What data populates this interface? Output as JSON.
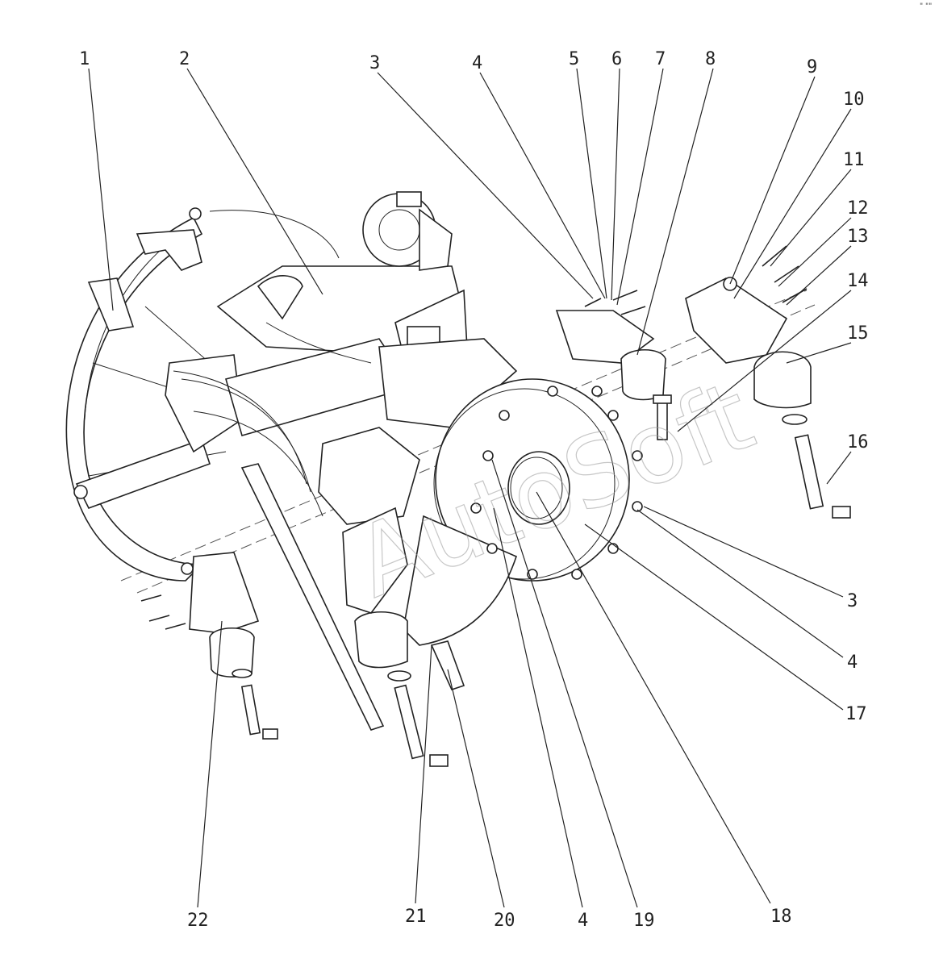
{
  "corner_mark": "\" \"\"",
  "watermark": "AutoSoft",
  "callouts": [
    {
      "id": "c1",
      "label": "1"
    },
    {
      "id": "c2",
      "label": "2"
    },
    {
      "id": "c3a",
      "label": "3"
    },
    {
      "id": "c4a",
      "label": "4"
    },
    {
      "id": "c5",
      "label": "5"
    },
    {
      "id": "c6",
      "label": "6"
    },
    {
      "id": "c7",
      "label": "7"
    },
    {
      "id": "c8",
      "label": "8"
    },
    {
      "id": "c9",
      "label": "9"
    },
    {
      "id": "c10",
      "label": "10"
    },
    {
      "id": "c11",
      "label": "11"
    },
    {
      "id": "c12",
      "label": "12"
    },
    {
      "id": "c13",
      "label": "13"
    },
    {
      "id": "c14",
      "label": "14"
    },
    {
      "id": "c15",
      "label": "15"
    },
    {
      "id": "c16",
      "label": "16"
    },
    {
      "id": "c3b",
      "label": "3"
    },
    {
      "id": "c4b",
      "label": "4"
    },
    {
      "id": "c17",
      "label": "17"
    },
    {
      "id": "c22",
      "label": "22"
    },
    {
      "id": "c21",
      "label": "21"
    },
    {
      "id": "c20",
      "label": "20"
    },
    {
      "id": "c4c",
      "label": "4"
    },
    {
      "id": "c19",
      "label": "19"
    },
    {
      "id": "c18",
      "label": "18"
    }
  ]
}
